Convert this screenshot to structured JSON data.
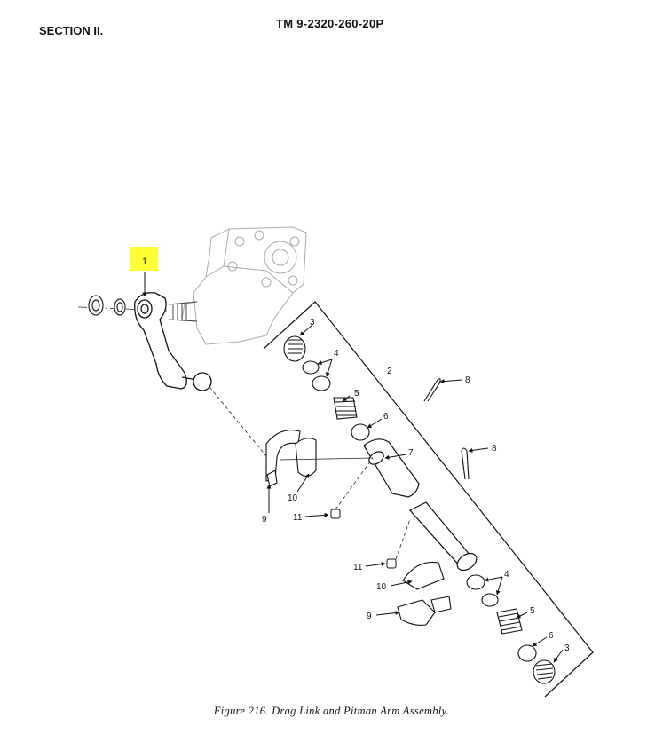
{
  "header": {
    "section": "SECTION II.",
    "tm_number": "TM  9-2320-260-20P"
  },
  "figure": {
    "caption": "Figure 216. Drag Link and Pitman Arm Assembly.",
    "highlight_color": "#ffff33",
    "callouts": {
      "c1": "1",
      "c2": "2",
      "c3a": "3",
      "c3b": "3",
      "c4a": "4",
      "c4b": "4",
      "c5a": "5",
      "c5b": "5",
      "c6a": "6",
      "c6b": "6",
      "c7": "7",
      "c8a": "8",
      "c8b": "8",
      "c9a": "9",
      "c9b": "9",
      "c10a": "10",
      "c10b": "10",
      "c11a": "11",
      "c11b": "11"
    }
  }
}
